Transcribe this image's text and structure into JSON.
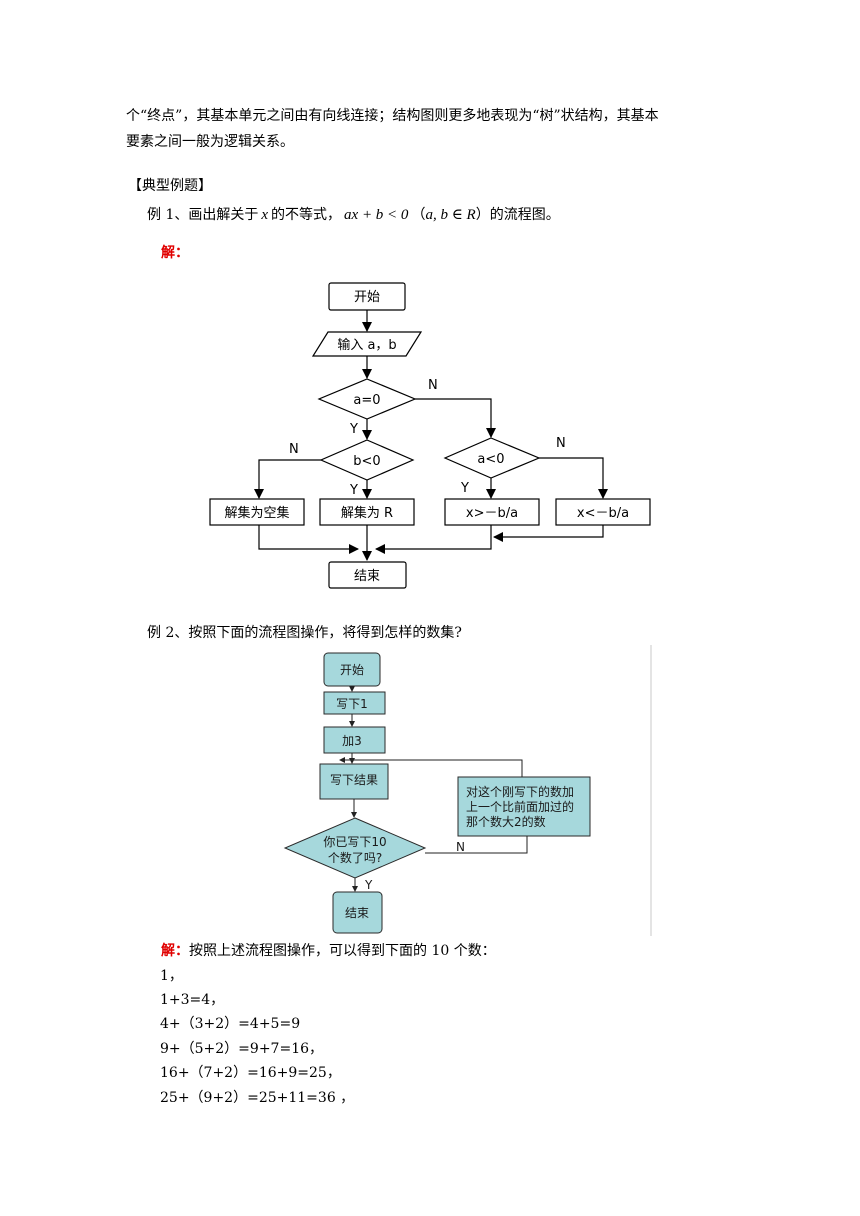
{
  "intro": {
    "line1": "个“终点”，其基本单元之间由有向线连接；结构图则更多地表现为“树”状结构，其基本",
    "line2": "要素之间一般为逻辑关系。"
  },
  "section_title": "【典型例题】",
  "example1": {
    "prefix": "例 1、画出解关于",
    "var_x": "x",
    "mid": "的不等式，",
    "inequality": "ax + b < 0",
    "cond_open": "（",
    "condition": "a, b ∈ R",
    "cond_close": "）的流程图。",
    "answer_label": "解："
  },
  "flow1": {
    "start": "开始",
    "input": "输入 a，b",
    "cond_a": "a=0",
    "cond_b": "b<0",
    "cond_a_neg": "a<0",
    "box_empty": "解集为空集",
    "box_R": "解集为 R",
    "box_gt": "x>－b/a",
    "box_lt": "x<－b/a",
    "end": "结束",
    "yes": "Y",
    "no": "N"
  },
  "example2": {
    "question": "例 2、按照下面的流程图操作，将得到怎样的数集?"
  },
  "flow2": {
    "start": "开始",
    "write1": "写下1",
    "add3": "加3",
    "write_result": "写下结果",
    "question_line1": "你已写下10",
    "question_line2": "个数了吗?",
    "side_line1": "对这个刚写下的数加",
    "side_line2": "上一个比前面加过的",
    "side_line3": "那个数大2的数",
    "end": "结束",
    "yes": "Y",
    "no": "N",
    "fill_color": "#a6d8dc"
  },
  "answer2": {
    "label": "解：",
    "text": "按照上述流程图操作，可以得到下面的 10 个数：",
    "lines": [
      "1，",
      "1+3=4，",
      "4+（3+2）=4+5=9",
      "9+（5+2）=9+7=16，",
      "16+（7+2）=16+9=25，",
      "25+（9+2）=25+11=36 ，"
    ]
  }
}
